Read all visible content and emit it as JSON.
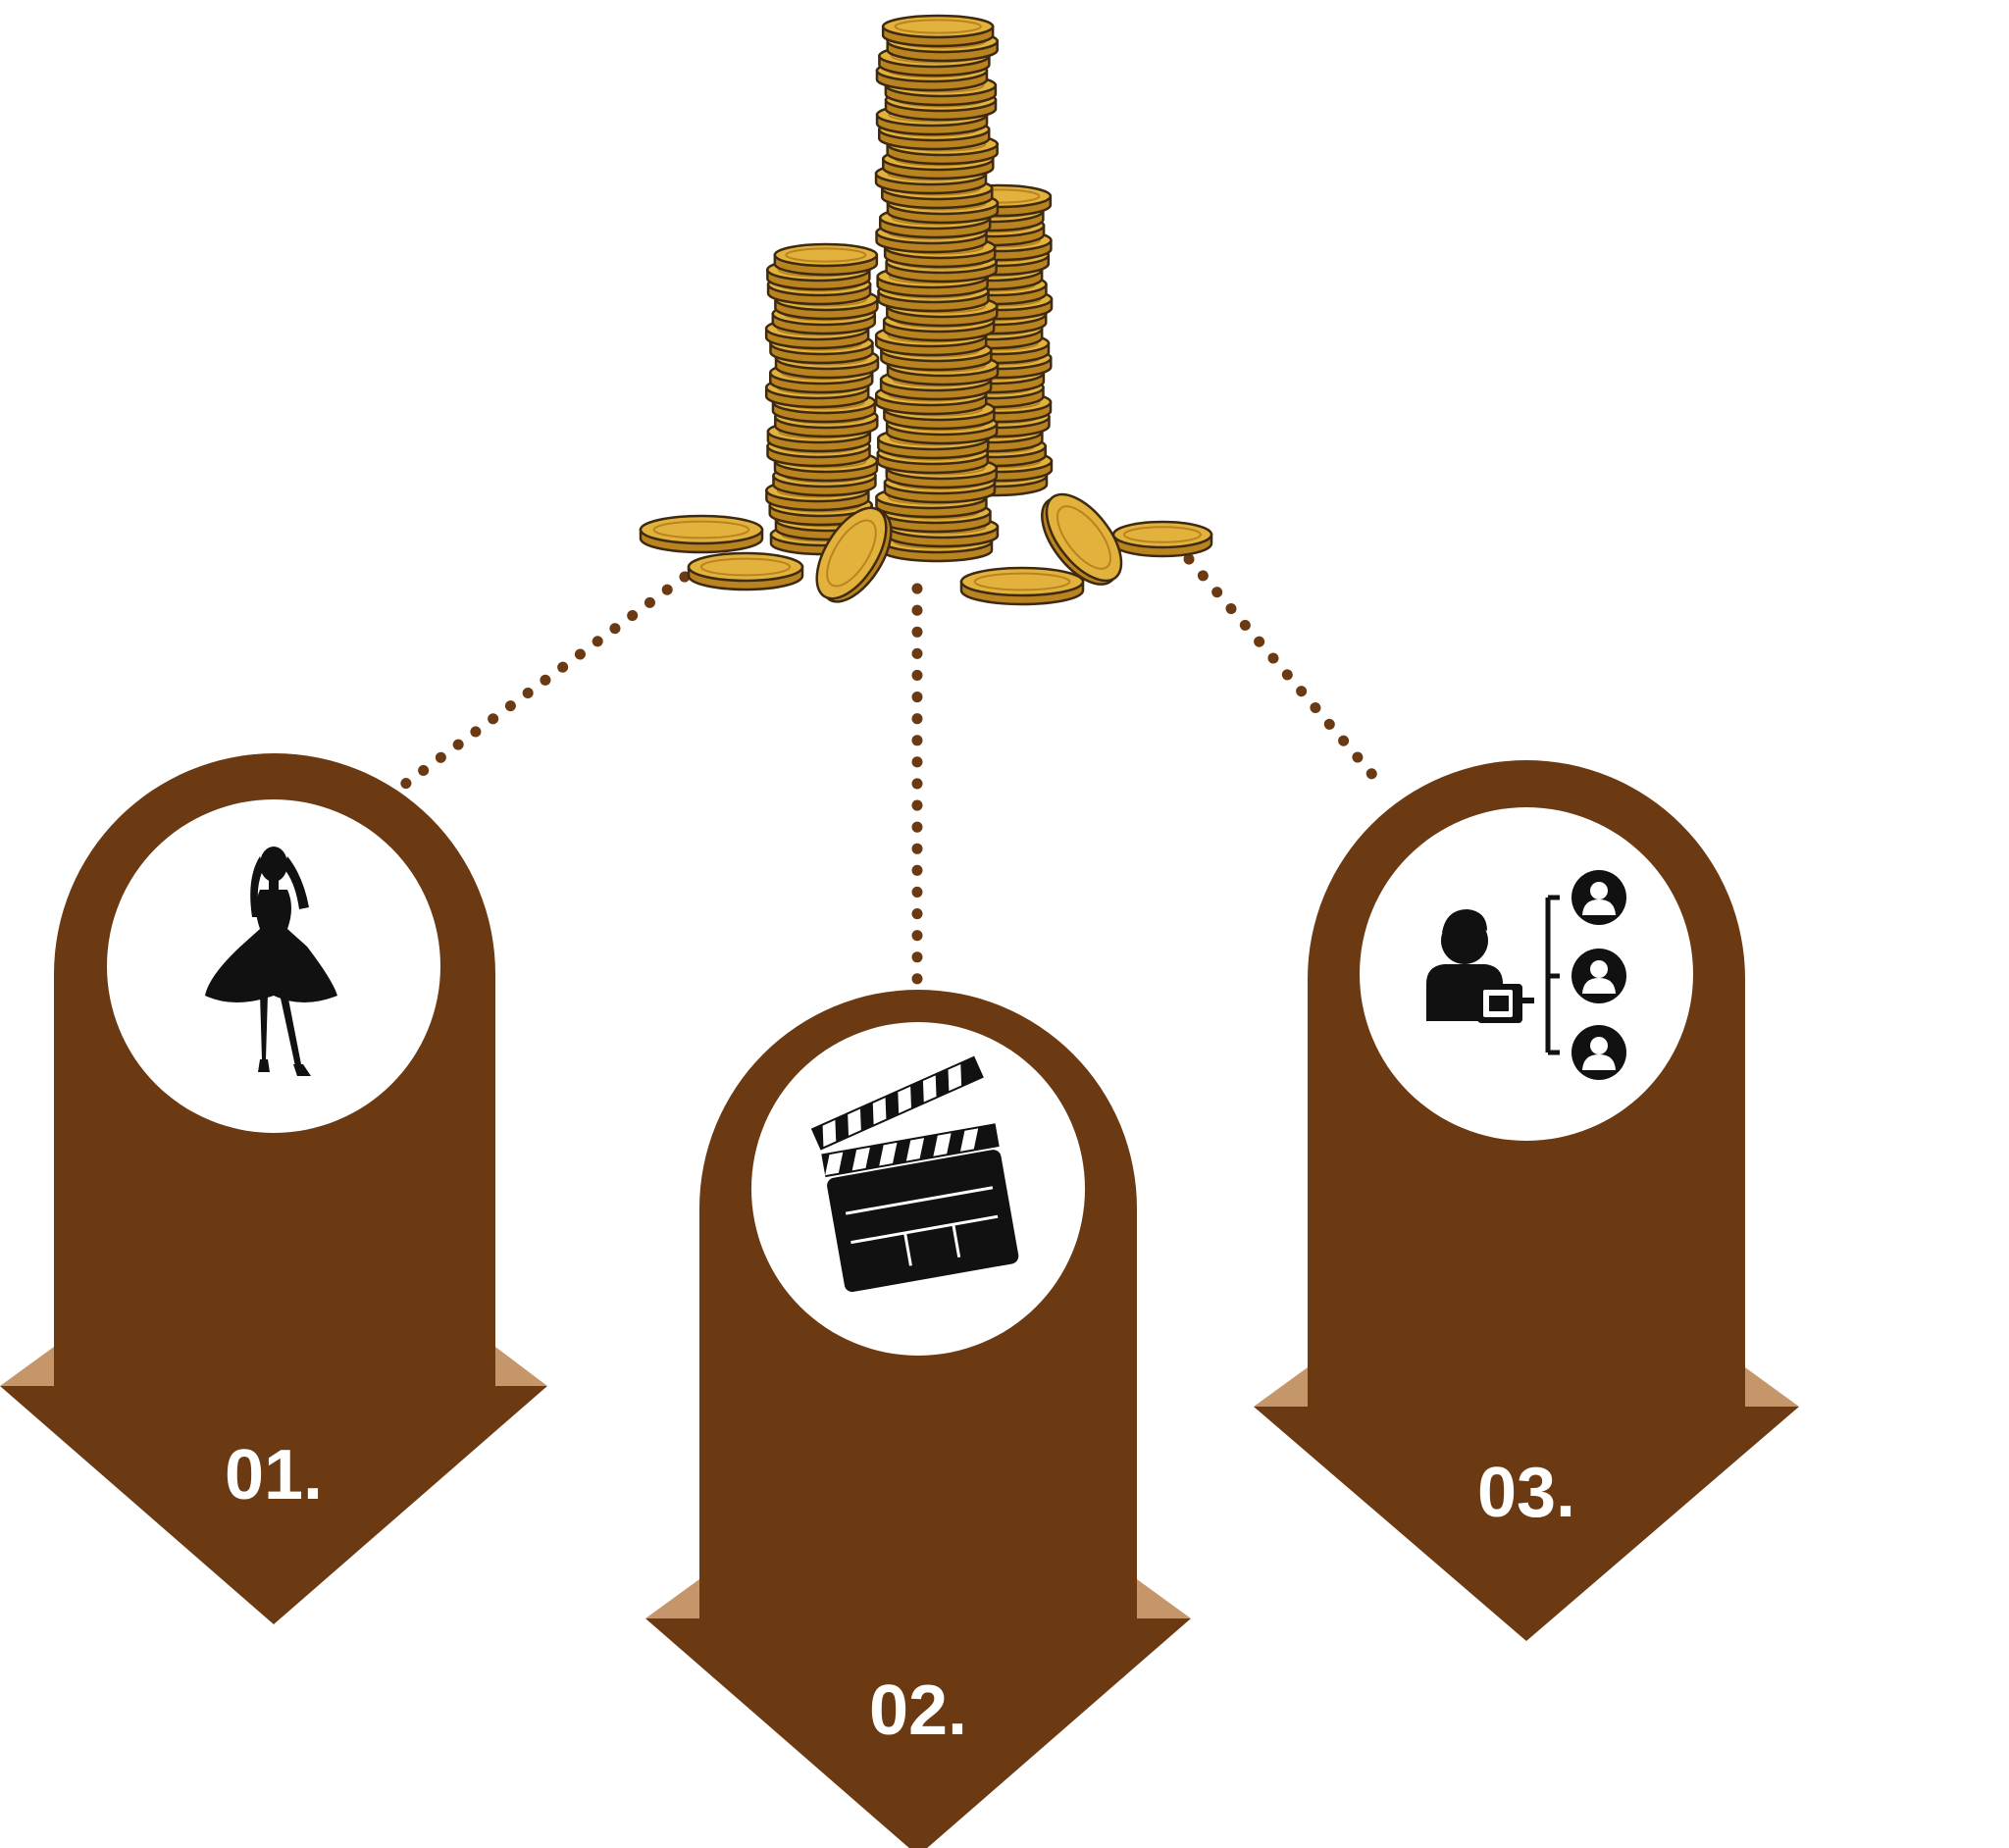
{
  "colors": {
    "arrow_body": "#6b3a13",
    "arrow_shoulder": "#c4966a",
    "dotted_line": "#6b3a13",
    "circle_fill": "#ffffff",
    "icon": "#111111",
    "coin_fill": "#e3b23c",
    "coin_edge": "#b98320",
    "coin_outline": "#3d2a10"
  },
  "coins_icon": "coin-stack-icon",
  "steps": [
    {
      "number": "01.",
      "icon": "woman-dress-icon"
    },
    {
      "number": "02.",
      "icon": "clapperboard-icon"
    },
    {
      "number": "03.",
      "icon": "presenter-audience-icon"
    }
  ]
}
